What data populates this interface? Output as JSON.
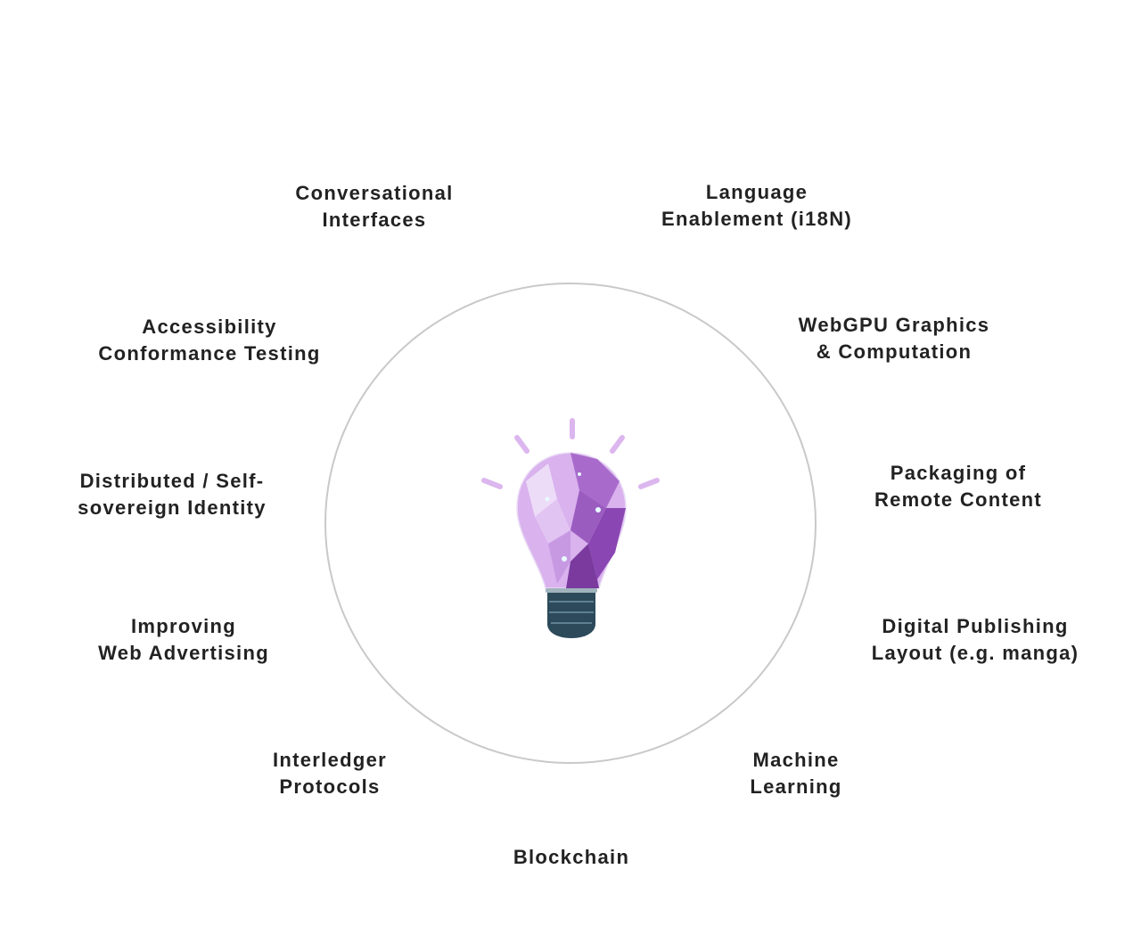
{
  "topics": [
    {
      "id": "conversational",
      "lines": [
        "Conversational",
        "Interfaces"
      ]
    },
    {
      "id": "i18n",
      "lines": [
        "Language",
        "Enablement (i18N)"
      ]
    },
    {
      "id": "accessibility",
      "lines": [
        "Accessibility",
        "Conformance Testing"
      ]
    },
    {
      "id": "webgpu",
      "lines": [
        "WebGPU Graphics",
        "& Computation"
      ]
    },
    {
      "id": "identity",
      "lines": [
        "Distributed / Self-",
        "sovereign Identity"
      ]
    },
    {
      "id": "packaging",
      "lines": [
        "Packaging of",
        "Remote Content"
      ]
    },
    {
      "id": "advertising",
      "lines": [
        "Improving",
        "Web Advertising"
      ]
    },
    {
      "id": "publishing",
      "lines": [
        "Digital Publishing",
        "Layout (e.g. manga)"
      ]
    },
    {
      "id": "interledger",
      "lines": [
        "Interledger",
        "Protocols"
      ]
    },
    {
      "id": "ml",
      "lines": [
        "Machine",
        "Learning"
      ]
    },
    {
      "id": "blockchain",
      "lines": [
        "Blockchain"
      ]
    }
  ],
  "colors": {
    "text": "#222222",
    "ring": "#c9c9c9",
    "ray": "#dcb6ee",
    "bulb_dark": "#7a3a9e",
    "bulb_light": "#e6c8f5",
    "base": "#2c4a5a"
  },
  "center_icon": "lightbulb-icon"
}
